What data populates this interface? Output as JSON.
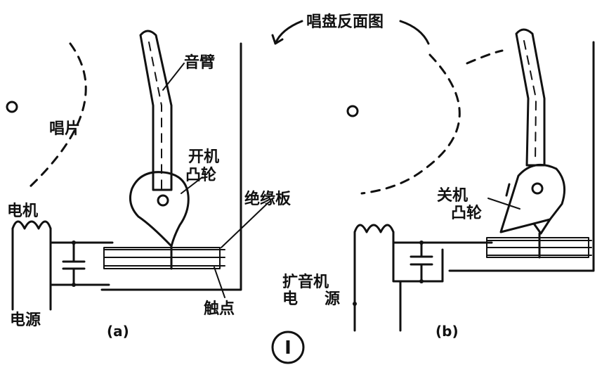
{
  "labels": {
    "top_caption": "唱盘反面图",
    "tonearm": "音臂",
    "record": "唱片",
    "power_on_cam_l1": "开机",
    "power_on_cam_l2": "凸轮",
    "insulating_board": "绝缘板",
    "motor": "电机",
    "power_source": "电源",
    "contact": "触点",
    "sub_a": "(a)",
    "power_off_cam_l1": "关机",
    "power_off_cam_l2": "凸轮",
    "amp_l1": "扩音机",
    "amp_l2a": "电",
    "amp_l2b": "源",
    "sub_b": "(b)",
    "figure_number": "Ⅰ"
  },
  "colors": {
    "ink": "#111111",
    "paper": "#ffffff"
  }
}
